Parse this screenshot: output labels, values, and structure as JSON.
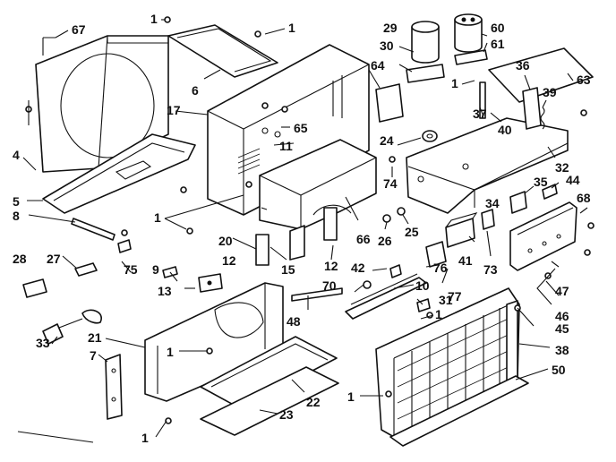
{
  "callouts": {
    "c1a": "1",
    "c1b": "1",
    "c1c": "1",
    "c1d": "1",
    "c1e": "1",
    "c1f": "1",
    "c1g": "1",
    "c1h": "1",
    "c4": "4",
    "c5": "5",
    "c6": "6",
    "c7": "7",
    "c8": "8",
    "c9": "9",
    "c10": "10",
    "c11": "11",
    "c12a": "12",
    "c12b": "12",
    "c13": "13",
    "c15": "15",
    "c17": "17",
    "c20": "20",
    "c21": "21",
    "c22": "22",
    "c23": "23",
    "c24": "24",
    "c25": "25",
    "c26": "26",
    "c27": "27",
    "c28": "28",
    "c29": "29",
    "c30": "30",
    "c31": "31",
    "c32": "32",
    "c33": "33",
    "c34": "34",
    "c35": "35",
    "c36": "36",
    "c37": "37",
    "c38": "38",
    "c39": "39",
    "c40": "40",
    "c41": "41",
    "c42": "42",
    "c44": "44",
    "c45": "45",
    "c46": "46",
    "c47": "47",
    "c48": "48",
    "c50": "50",
    "c60": "60",
    "c61": "61",
    "c63": "63",
    "c64": "64",
    "c65": "65",
    "c66": "66",
    "c67": "67",
    "c68": "68",
    "c70": "70",
    "c73": "73",
    "c74": "74",
    "c75": "75",
    "c76": "76",
    "c77": "77"
  },
  "colors": {
    "line": "#111111",
    "paper": "#ffffff"
  }
}
